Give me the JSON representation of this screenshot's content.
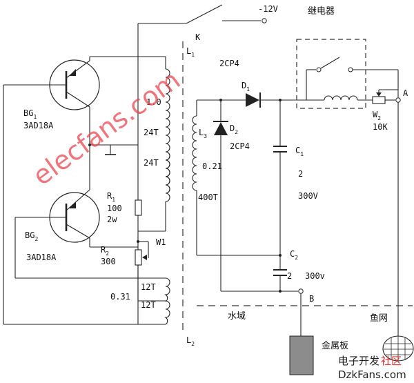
{
  "supply": {
    "voltage": "-12V",
    "switch": "K"
  },
  "relay": {
    "title": "继电器",
    "pot": "W",
    "pot_sub": "2",
    "pot_value": "10K",
    "node": "A"
  },
  "transformer": {
    "l1": "L",
    "l1_sub": "1",
    "l2": "L",
    "l2_sub": "2",
    "l3": "L",
    "l3_sub": "3",
    "wire_primary": "1.0",
    "turns_a": "24T",
    "turns_b": "24T",
    "wire_feedback": "0.31",
    "turns_c": "12T",
    "turns_d": "12T",
    "wire_secondary": "0.21",
    "turns_secondary": "400T"
  },
  "transistors": {
    "bg1": "BG",
    "bg1_sub": "1",
    "bg1_type": "3AD18A",
    "bg2": "BG",
    "bg2_sub": "2",
    "bg2_type": "3AD18A"
  },
  "resistors": {
    "r1": "R",
    "r1_sub": "1",
    "r1_value": "100",
    "r1_power": "2w",
    "r2": "R",
    "r2_sub": "2",
    "r2_value": "300",
    "w1": "W1"
  },
  "diodes": {
    "d1": "D",
    "d1_sub": "1",
    "d1_type": "2CP4",
    "d2": "D",
    "d2_sub": "2",
    "d2_type": "2CP4"
  },
  "capacitors": {
    "c1": "C",
    "c1_sub": "1",
    "c1_value": "2",
    "c1_voltage": "300V",
    "c2": "C",
    "c2_sub": "2",
    "c2_value": "2",
    "c2_voltage": "300v"
  },
  "nodes": {
    "b": "B"
  },
  "labels": {
    "water": "水域",
    "fishnet": "鱼网",
    "metal_plate": "金属板"
  },
  "watermark": "elecfans.com",
  "logo": {
    "cn_a": "电子开发",
    "cn_b": "社区",
    "en": "DzkFans.com"
  },
  "colors": {
    "watermark": "#e8474f",
    "ink": "#222222",
    "plate": "#8c8c8c"
  }
}
